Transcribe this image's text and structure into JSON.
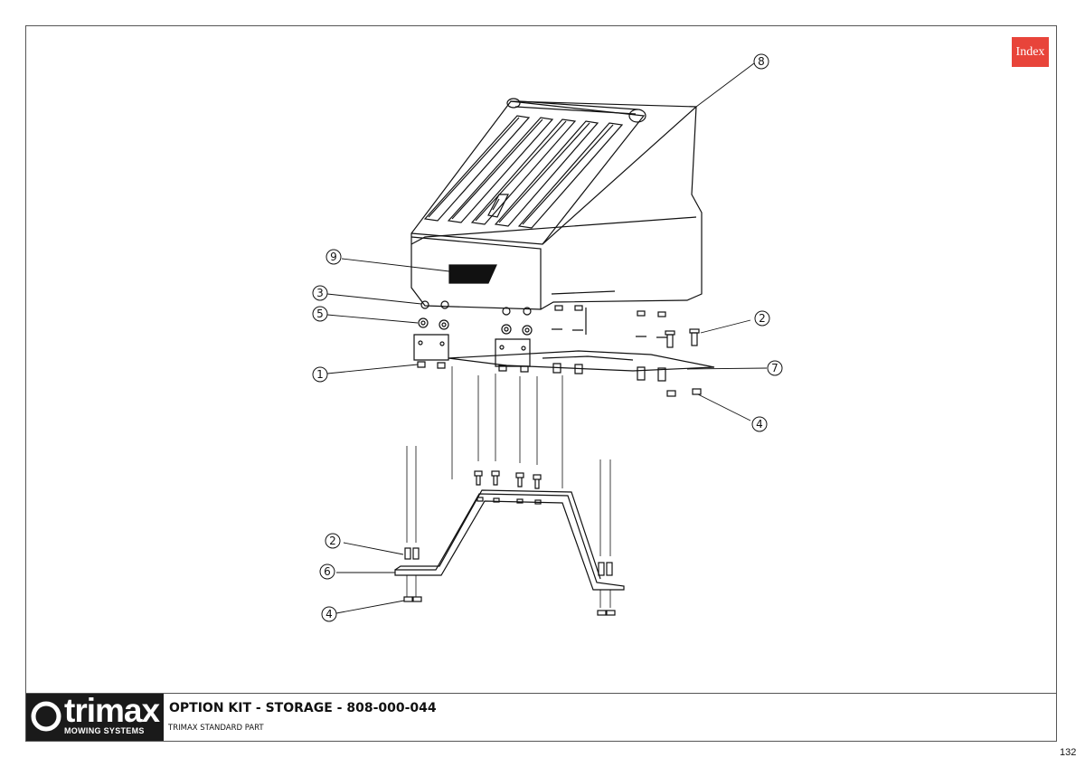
{
  "index_button": {
    "label": "Index",
    "color": "#e8443a"
  },
  "logo": {
    "wordmark": "trimax",
    "tagline": "MOWING SYSTEMS"
  },
  "title_block": {
    "title": "OPTION KIT - STORAGE - 808-000-044",
    "subtitle": "TRIMAX STANDARD PART"
  },
  "page_number": "132",
  "callouts": [
    {
      "id": "callout-8",
      "label": "8"
    },
    {
      "id": "callout-9",
      "label": "9"
    },
    {
      "id": "callout-3",
      "label": "3"
    },
    {
      "id": "callout-5",
      "label": "5"
    },
    {
      "id": "callout-1",
      "label": "1"
    },
    {
      "id": "callout-2-right",
      "label": "2"
    },
    {
      "id": "callout-7",
      "label": "7"
    },
    {
      "id": "callout-4-right",
      "label": "4"
    },
    {
      "id": "callout-2-left",
      "label": "2"
    },
    {
      "id": "callout-6",
      "label": "6"
    },
    {
      "id": "callout-4-left",
      "label": "4"
    }
  ]
}
